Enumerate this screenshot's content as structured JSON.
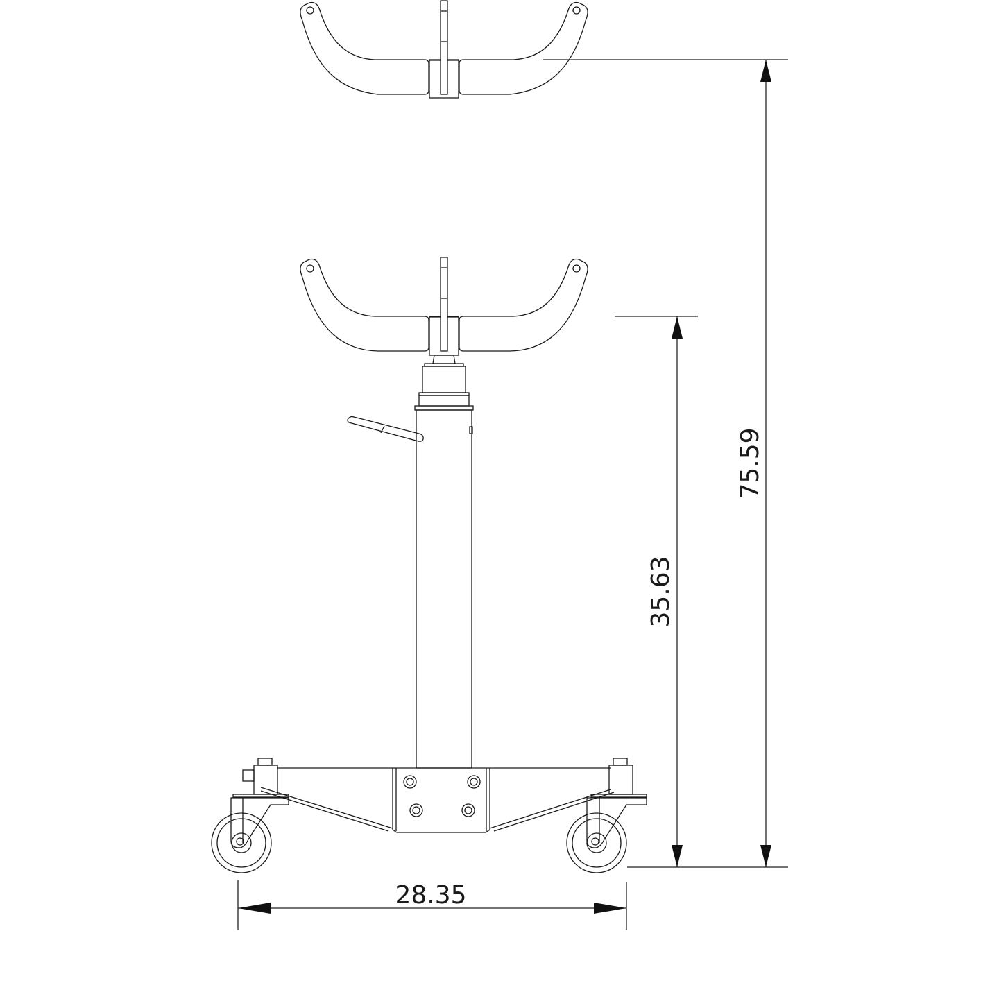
{
  "drawing": {
    "subject": "Transmission jack - side elevation",
    "views": [
      "raised-saddle",
      "lowered-saddle"
    ],
    "colors": {
      "line": "#1a1a1a",
      "background": "#ffffff",
      "arrow": "#111111"
    }
  },
  "dimensions": {
    "max_height": {
      "value": "75.59",
      "orientation": "vertical"
    },
    "min_height": {
      "value": "35.63",
      "orientation": "vertical"
    },
    "base_width": {
      "value": "28.35",
      "orientation": "horizontal"
    }
  }
}
